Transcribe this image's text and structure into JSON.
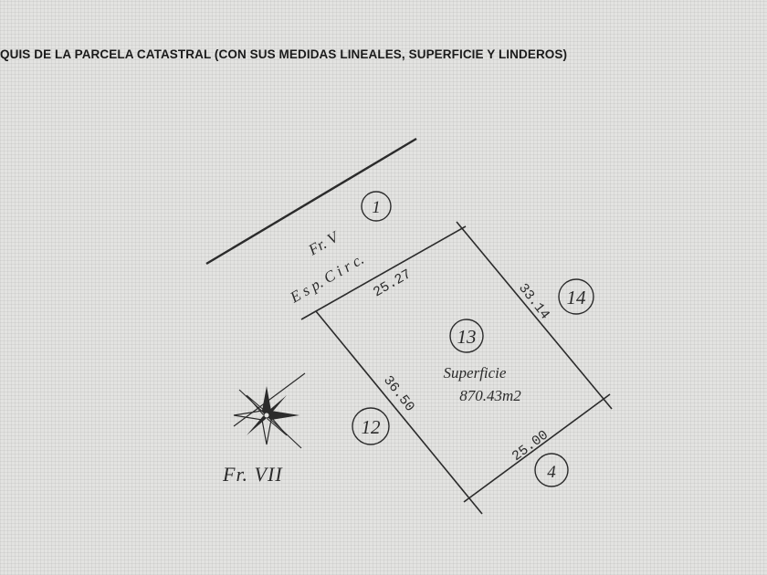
{
  "title": "QUIS DE LA PARCELA CATASTRAL   (CON SUS MEDIDAS LINEALES, SUPERFICIE Y LINDEROS)",
  "frente_norte": {
    "label_line1": "Fr. V",
    "label_line2": "E s p. C i r c.",
    "circle": "1"
  },
  "parcel": {
    "number": "13",
    "surface_label": "Superficie",
    "surface_value": "870.43m2"
  },
  "measures": {
    "top": "25.27",
    "right": "33.14",
    "left": "36.50",
    "bottom": "25.00"
  },
  "neighbors": {
    "right": "14",
    "left": "12",
    "bottom": "4"
  },
  "frente_sur": "Fr. VII",
  "colors": {
    "ink": "#2b2b2b",
    "paper": "#e3e3e1"
  }
}
